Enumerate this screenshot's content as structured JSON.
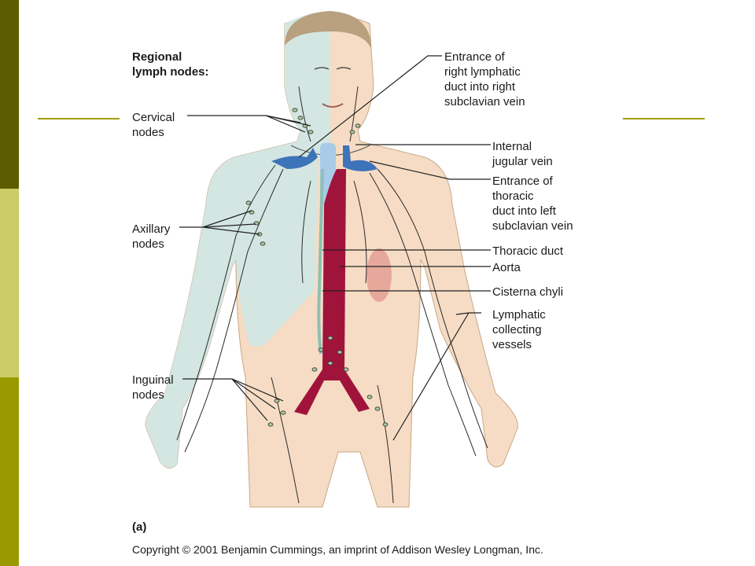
{
  "diagram": {
    "heading": "Regional\nlymph nodes:",
    "left_labels": {
      "cervical": "Cervical\nnodes",
      "axillary": "Axillary\nnodes",
      "inguinal": "Inguinal\nnodes"
    },
    "right_labels": {
      "right_lymphatic_duct": "Entrance of\nright lymphatic\nduct into right\nsubclavian vein",
      "internal_jugular": "Internal\njugular vein",
      "thoracic_duct_entrance": "Entrance of\nthoracic\nduct into left\nsubclavian vein",
      "thoracic_duct": "Thoracic duct",
      "aorta": "Aorta",
      "cisterna_chyli": "Cisterna chyli",
      "collecting_vessels": "Lymphatic\ncollecting\nvessels"
    },
    "panel_label": "(a)",
    "copyright": "Copyright © 2001 Benjamin Cummings, an imprint of Addison Wesley Longman, Inc."
  },
  "colors": {
    "skin": "#f6dcc4",
    "right_side_tint": "#d4e6e2",
    "hair": "#b9a07e",
    "aorta": "#a0143c",
    "vein": "#3d73b8",
    "trachea": "#a8cce8",
    "thoracic_duct": "#8cc0b4",
    "spleen": "#e6a89a",
    "vessel_lines": "#2a2a2a"
  }
}
